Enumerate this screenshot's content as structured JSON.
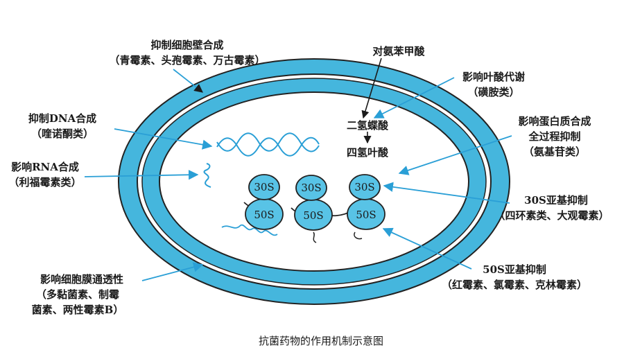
{
  "labels": {
    "cell_wall_title": "抑制细胞壁合成",
    "cell_wall_drugs": "（青霉素、头孢霉素、万古霉素）",
    "paba": "对氨苯甲酸",
    "folate_title": "影响叶酸代谢",
    "folate_drugs": "（磺胺类）",
    "dna_title": "抑制DNA合成",
    "dna_drugs": "（喹诺酮类）",
    "dihydrofolate": "二氢蝶酸",
    "tetrahydrofolate": "四氢叶酸",
    "protein_title_1": "影响蛋白质合成",
    "protein_title_2": "全过程抑制",
    "protein_drugs": "（氨基苷类）",
    "rna_title": "影响RNA合成",
    "rna_drugs": "（利福霉素类）",
    "s30_title": "30S亚基抑制",
    "s30_drugs": "（四环素类、大观霉素）",
    "s50_title": "50S亚基抑制",
    "s50_drugs": "（红霉素、氯霉素、克林霉素）",
    "membrane_title": "影响细胞膜通透性",
    "membrane_drugs_1": "（多黏菌素、制霉",
    "membrane_drugs_2": "菌素、两性霉素B）"
  },
  "ribosomes": [
    {
      "small": "30S",
      "large": "50S"
    },
    {
      "small": "30S",
      "large": "50S"
    },
    {
      "small": "30S",
      "large": "50S"
    }
  ],
  "caption": "抗菌药物的作用机制示意图",
  "colors": {
    "cell_wall": "#45b6dd",
    "outline": "#222222",
    "arrow": "#2a9fd6",
    "ribosome": "#58c3e6"
  }
}
